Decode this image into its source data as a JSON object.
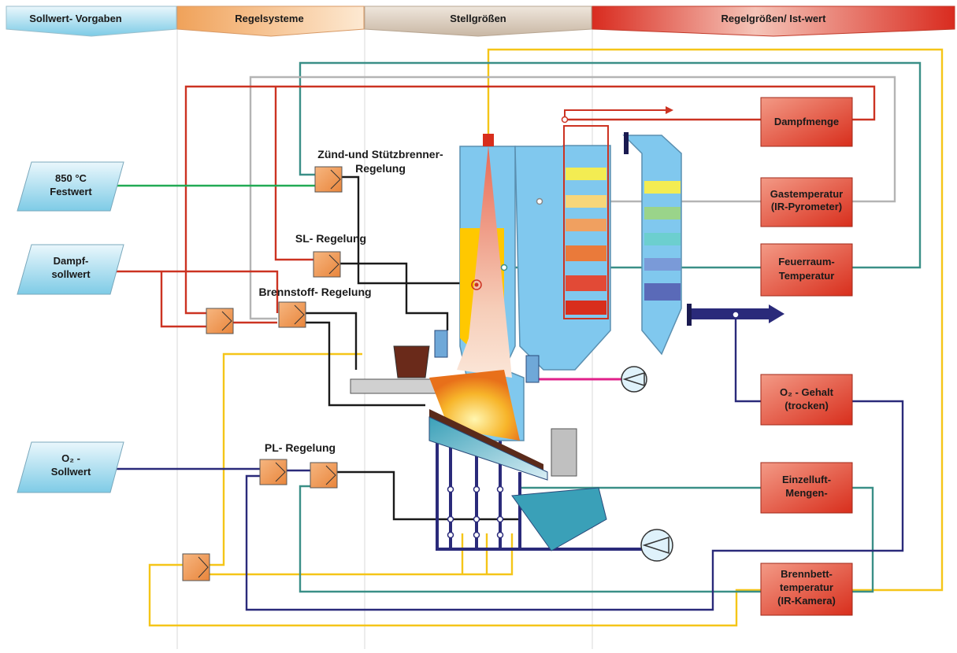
{
  "columns": [
    {
      "label": "Sollwert- Vorgaben"
    },
    {
      "label": "Regelsysteme"
    },
    {
      "label": "Stellgrößen"
    },
    {
      "label": "Regelgrößen/ Ist-wert"
    }
  ],
  "setpoints": [
    {
      "lines": [
        "850 °C",
        "Festwert"
      ]
    },
    {
      "lines": [
        "Dampf-",
        "sollwert"
      ]
    },
    {
      "lines": [
        "O₂ -",
        "Sollwert"
      ]
    }
  ],
  "controllers": {
    "zuend": [
      "Zünd-und Stützbrenner-",
      "Regelung"
    ],
    "sl": "SL- Regelung",
    "brennstoff": "Brennstoff- Regelung",
    "pl": "PL- Regelung"
  },
  "measurements": [
    {
      "lines": [
        "Dampfmenge"
      ]
    },
    {
      "lines": [
        "Gastemperatur",
        "(IR-Pyrometer)"
      ]
    },
    {
      "lines": [
        "Feuerraum-",
        "Temperatur"
      ]
    },
    {
      "lines": [
        "O₂ - Gehalt",
        "(trocken)"
      ]
    },
    {
      "lines": [
        "Einzelluft-",
        "Mengen-"
      ]
    },
    {
      "lines": [
        "Brennbett-",
        "temperatur",
        "(IR-Kamera)"
      ]
    }
  ],
  "colors": {
    "red": "#cc3322",
    "green": "#22aa55",
    "gray": "#b4b4b4",
    "teal": "#3a8f87",
    "yellow": "#f5c518",
    "navy": "#2a2a7a",
    "black": "#1a1a1a",
    "magenta": "#e0208a",
    "boiler": "#80c8ee",
    "setpoint_fill": "#a8d8ef",
    "measure_fill": "#e24a36"
  }
}
